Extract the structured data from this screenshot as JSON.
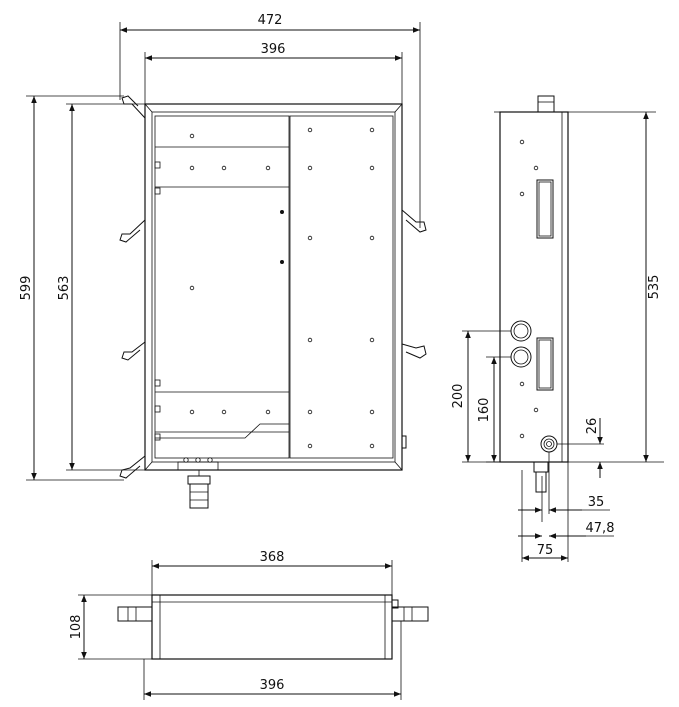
{
  "front_view": {
    "width_overall": "472",
    "width_body": "396",
    "height_overall": "599",
    "height_body": "563"
  },
  "side_view": {
    "height": "535",
    "pipe_upper_height": "200",
    "pipe_lower_height": "160",
    "fitting_height": "26",
    "depth_35": "35",
    "depth_47_8": "47,8",
    "depth_75": "75"
  },
  "bottom_view": {
    "width_top": "368",
    "width_bottom": "396",
    "height": "108"
  },
  "colors": {
    "line": "#111111",
    "background": "#ffffff"
  }
}
